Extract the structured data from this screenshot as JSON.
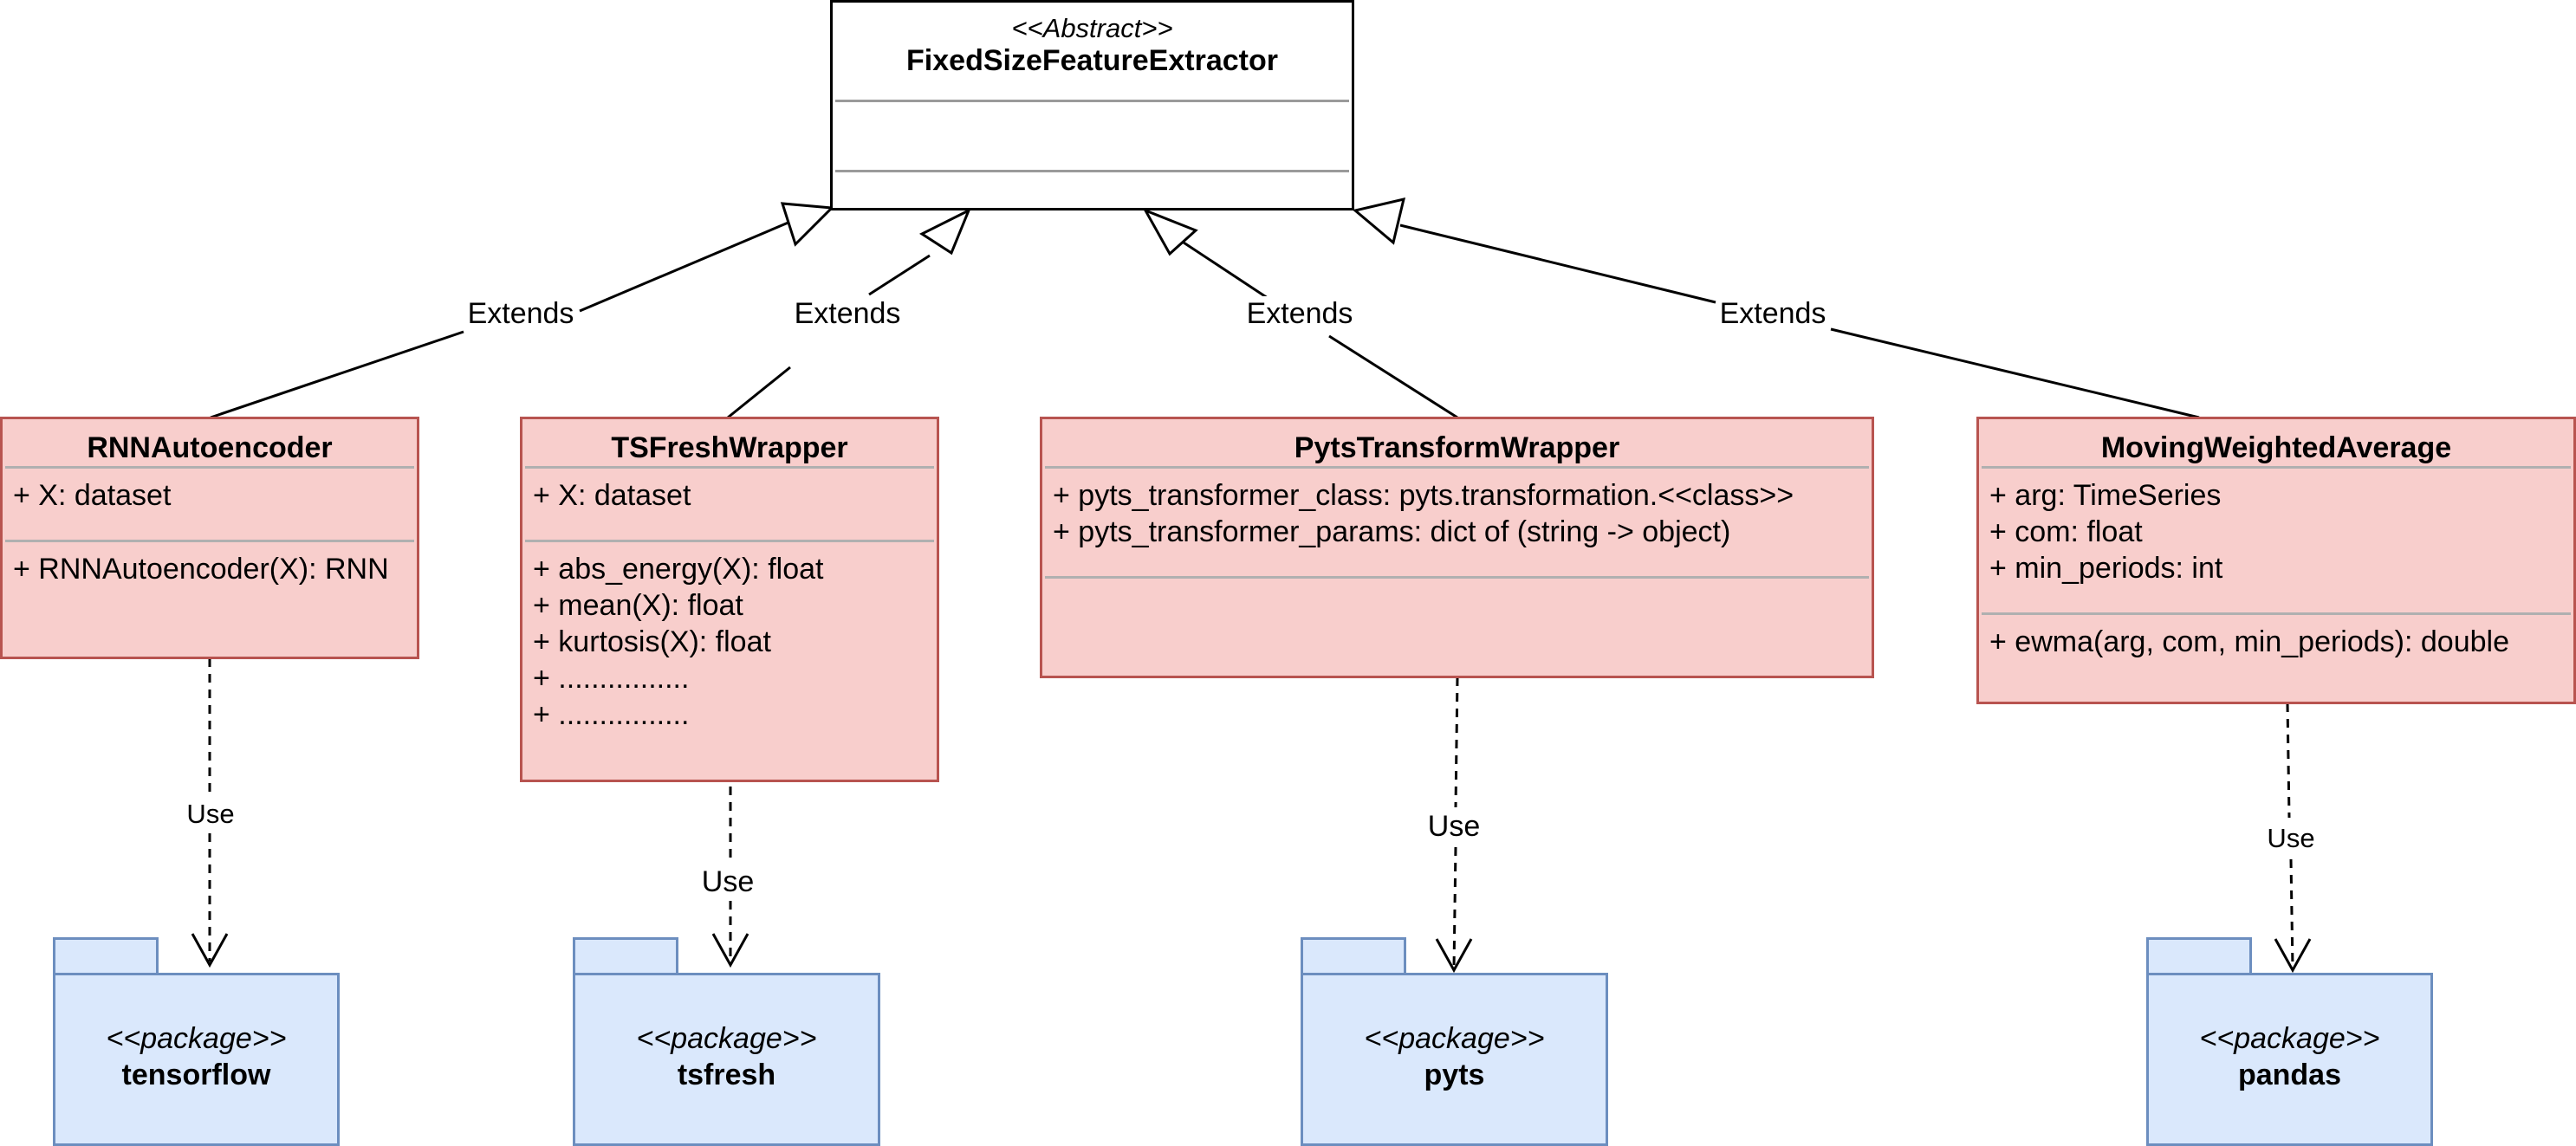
{
  "abstract_class": {
    "stereotype": "<<Abstract>>",
    "name": "FixedSizeFeatureExtractor"
  },
  "classes": [
    {
      "name": "RNNAutoencoder",
      "attributes": [
        "+ X: dataset"
      ],
      "methods": [
        "+ RNNAutoencoder(X): RNN"
      ]
    },
    {
      "name": "TSFreshWrapper",
      "attributes": [
        "+ X: dataset"
      ],
      "methods": [
        "+ abs_energy(X): float",
        "+ mean(X): float",
        "+ kurtosis(X): float",
        "+ ................",
        "+ ................"
      ]
    },
    {
      "name": "PytsTransformWrapper",
      "attributes": [
        "+ pyts_transformer_class: pyts.transformation.<<class>>",
        "+ pyts_transformer_params: dict of (string -> object)"
      ],
      "methods": []
    },
    {
      "name": "MovingWeightedAverage",
      "attributes": [
        "+ arg: TimeSeries",
        "+ com: float",
        "+ min_periods: int"
      ],
      "methods": [
        "+ ewma(arg, com, min_periods): double"
      ]
    }
  ],
  "packages": [
    {
      "stereotype": "<<package>>",
      "name": "tensorflow"
    },
    {
      "stereotype": "<<package>>",
      "name": "tsfresh"
    },
    {
      "stereotype": "<<package>>",
      "name": "pyts"
    },
    {
      "stereotype": "<<package>>",
      "name": "pandas"
    }
  ],
  "edges": {
    "extends_label": "Extends",
    "use_label": "Use"
  },
  "colors": {
    "class_fill": "#f8cecc",
    "class_stroke": "#b85450",
    "package_fill": "#dae8fc",
    "package_stroke": "#6c8ebf"
  }
}
